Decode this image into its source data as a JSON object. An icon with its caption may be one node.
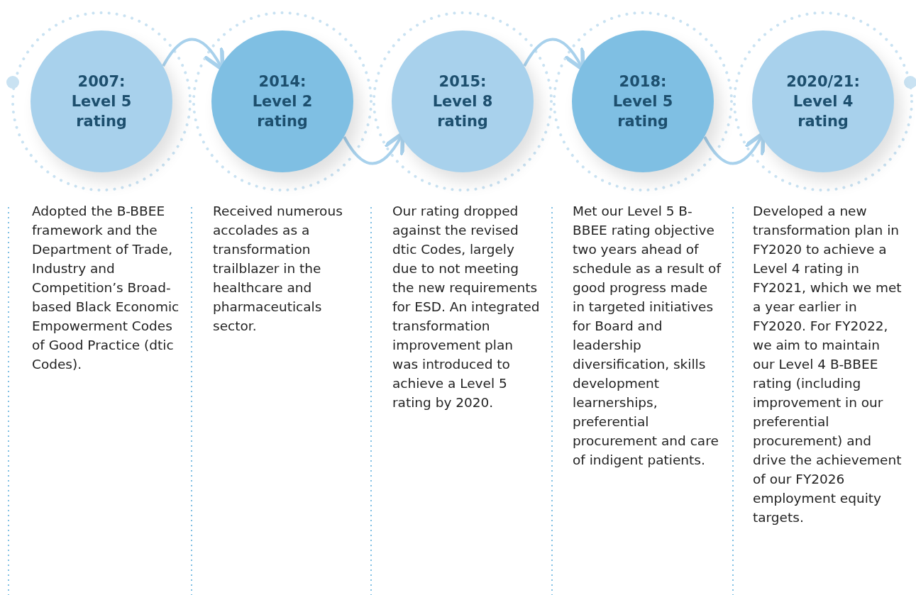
{
  "diagram": {
    "nodes": [
      {
        "text": [
          "2007:",
          "Level 5 rating"
        ],
        "beside": [
          "Adopted the B-BBEE framework and the Department of Trade, Industry and Competition’s Broad-based Black Economic Empowerment Codes of Good Practice (dtic Codes)."
        ]
      },
      {
        "text": [
          "2014:",
          "Level 2 rating"
        ],
        "beside": [
          "Received numerous accolades as a transformation trailblazer in the healthcare and pharmaceuticals sector."
        ]
      },
      {
        "text": [
          "2015:",
          "Level 8 rating"
        ],
        "beside": [
          "Our rating dropped against the revised dtic Codes, largely due to not meeting the new requirements for ESD. An integrated transformation improvement plan was introduced to achieve a Level 5 rating by 2020."
        ]
      },
      {
        "text": [
          "2018:",
          "Level 5 rating"
        ],
        "beside": [
          "Met our Level 5 B-BBEE rating objective two years ahead of schedule as a result of good progress made in targeted initiatives for Board and leadership diversification, skills development learnerships, preferential procurement and care of indigent patients."
        ]
      },
      {
        "text": [
          "2020/21:",
          "Level 4 rating"
        ],
        "beside": [
          "Developed a new transformation plan in FY2020 to achieve a Level 4 rating in FY2021, which we met a year earlier in FY2020. For FY2022, we aim to maintain our Level 4 B-BBEE rating (including improvement in our preferential procurement) and drive the achievement of our FY2026 employment equity targets."
        ]
      }
    ],
    "edges": [
      {
        "from": 0,
        "to": 1,
        "arrow": "to"
      },
      {
        "from": 1,
        "to": 2,
        "arrow": "to"
      },
      {
        "from": 2,
        "to": 3,
        "arrow": "to"
      },
      {
        "from": 3,
        "to": 4,
        "arrow": "to"
      }
    ]
  }
}
